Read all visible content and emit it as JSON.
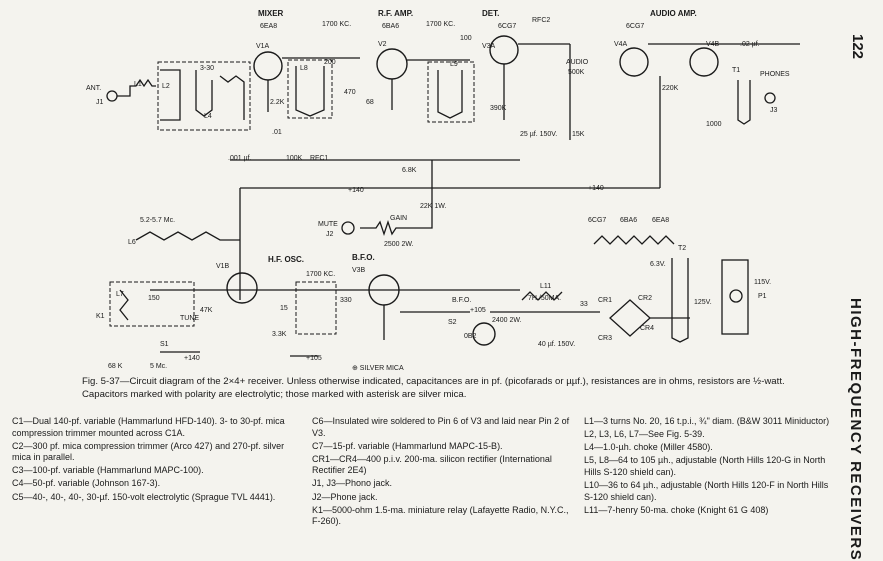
{
  "page_number": "122",
  "side_title": "HIGH-FREQUENCY RECEIVERS",
  "schematic": {
    "stage_labels": [
      "MIXER",
      "R.F. AMP.",
      "DET.",
      "AUDIO AMP.",
      "H.F. OSC.",
      "B.F.O."
    ],
    "tube_types": [
      "6EA8",
      "6BA6",
      "6CG7",
      "6CG7",
      "6CG7",
      "6BA6",
      "6EA8"
    ],
    "tube_refs": [
      "V1A",
      "V2",
      "V3A",
      "V4A",
      "V4B",
      "V1B",
      "V3B",
      "0B2"
    ],
    "inductors": [
      "L1",
      "L2",
      "L3",
      "L4",
      "L5",
      "L6",
      "L7",
      "L8",
      "L9",
      "L10",
      "L11",
      "T1",
      "T2"
    ],
    "crystal_freq": "1700 KC.",
    "osc_range": "5.2-5.7 Mc.",
    "values": [
      "3-30",
      "200",
      "470",
      "100",
      "68",
      ".01",
      ".001 µf.",
      "2.2K",
      "100K",
      "RFC1",
      "RFC2",
      "47K",
      "390K",
      "500K",
      "220K",
      "15K",
      "25 µf. 150V.",
      "40 µf. 150V.",
      "6.8K",
      "22K 1W.",
      "2500 2W.",
      "2400 2W.",
      "7H./50MA.",
      "33",
      "125V.",
      "6.3V.",
      "115V.",
      "1000",
      "68 K",
      "5 Mc.",
      "3.3K",
      "330",
      "150",
      "15",
      ".02 µf."
    ],
    "supply": [
      "+140",
      "+105"
    ],
    "controls": [
      "GAIN",
      "MUTE",
      "TUNE",
      "AUDIO",
      "PHONES",
      "ANT.",
      "B.F.O."
    ],
    "rectifiers": [
      "CR1",
      "CR2",
      "CR3",
      "CR4"
    ],
    "switches": [
      "S1",
      "S2",
      "K1",
      "J1",
      "J2",
      "J3",
      "P1"
    ],
    "legend": "⊕ SILVER MICA"
  },
  "caption": "Fig. 5-37—Circuit diagram of the 2×4+ receiver. Unless otherwise indicated, capacitances are in pf. (picofarads or µµf.), resistances are in ohms, resistors are ½-watt. Capacitors marked with polarity are electrolytic; those marked with asterisk are silver mica.",
  "parts_list": {
    "col1": [
      "C1—Dual 140-pf. variable (Hammarlund HFD-140). 3- to 30-pf. mica compression trimmer mounted across C1A.",
      "C2—300 pf. mica compression trimmer (Arco 427) and 270-pf. silver mica in parallel.",
      "C3—100-pf. variable (Hammarlund MAPC-100).",
      "C4—50-pf. variable (Johnson 167-3).",
      "C5—40-, 40-, 40-, 30-µf. 150-volt electrolytic (Sprague TVL 4441)."
    ],
    "col2": [
      "C6—Insulated wire soldered to Pin 6 of V3 and laid near Pin 2 of V3.",
      "C7—15-pf. variable (Hammarlund MAPC-15-B).",
      "CR1—CR4—400 p.i.v. 200-ma. silicon rectifier (International Rectifier 2E4)",
      "J1, J3—Phono jack.",
      "J2—Phone jack.",
      "K1—5000-ohm 1.5-ma. miniature relay (Lafayette Radio, N.Y.C., F-260)."
    ],
    "col3": [
      "L1—3 turns No. 20, 16 t.p.i., ¾\" diam. (B&W 3011 Miniductor)",
      "L2, L3, L6, L7—See Fig. 5-39.",
      "L4—1.0-µh. choke (Miller 4580).",
      "L5, L8—64 to 105 µh., adjustable (North Hills 120-G in North Hills S-120 shield can).",
      "L10—36 to 64 µh., adjustable (North Hills 120-F in North Hills S-120 shield can).",
      "L11—7-henry 50-ma. choke (Knight 61 G 408)"
    ]
  }
}
